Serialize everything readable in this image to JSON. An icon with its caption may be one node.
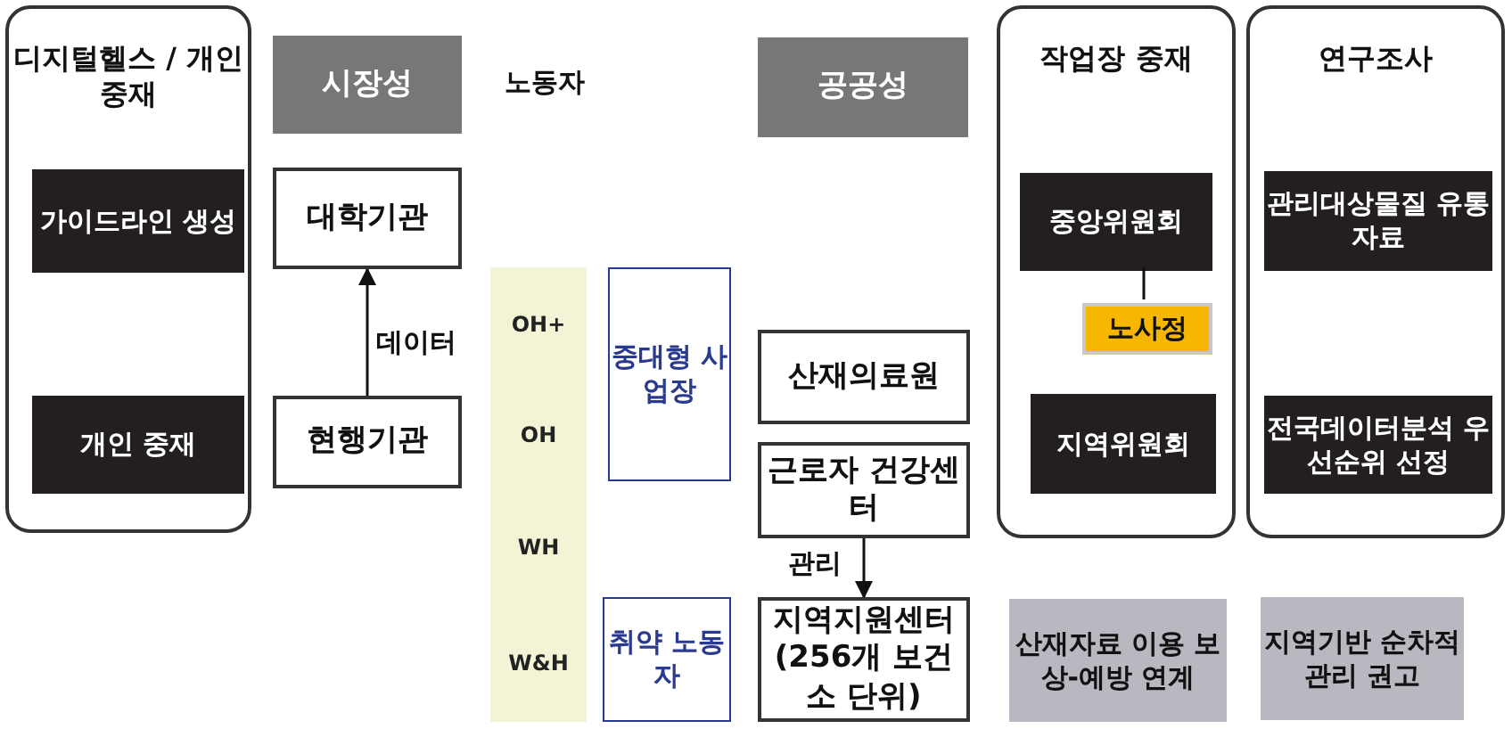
{
  "diagram": {
    "nodes": [
      {
        "text": [
          "디지털헬스 / 개인중재"
        ]
      },
      {
        "text": [
          "가이드라인 생성"
        ],
        "in": 0
      },
      {
        "text": [
          "개인 중재"
        ],
        "in": 0
      },
      {
        "text": [
          "시장성"
        ]
      },
      {
        "text": [
          "대학기관"
        ]
      },
      {
        "text": [
          "현행기관"
        ]
      },
      {
        "text": [
          "공공성"
        ]
      },
      {
        "text": [
          "OH+",
          "OH",
          "WH",
          "W&H"
        ]
      },
      {
        "text": [
          "중대형 사업장"
        ]
      },
      {
        "text": [
          "취약 노동자"
        ]
      },
      {
        "text": [
          "산재의료원"
        ]
      },
      {
        "text": [
          "근로자 건강센터"
        ]
      },
      {
        "text": [
          "지역지원센터 (256개 보건소 단위)"
        ]
      },
      {
        "text": [
          "작업장 중재"
        ]
      },
      {
        "text": [
          "중앙위원회"
        ],
        "in": 13
      },
      {
        "text": [
          "노사정"
        ],
        "in": 13
      },
      {
        "text": [
          "지역위원회"
        ],
        "in": 13
      },
      {
        "text": [
          "연구조사"
        ]
      },
      {
        "text": [
          "관리대상물질 유통 자료"
        ],
        "in": 17
      },
      {
        "text": [
          "전국데이터분석 우선순위 선정"
        ],
        "in": 17
      },
      {
        "text": [
          "산재자료 이용 보상-예방 연계"
        ]
      },
      {
        "text": [
          "지역기반 순차적 관리 권고"
        ]
      }
    ],
    "edges": [
      {
        "from": 5,
        "to": 4,
        "arrow": "to",
        "label": "데이터"
      },
      {
        "from": 11,
        "to": 12,
        "arrow": "to",
        "label": "관리"
      },
      {
        "from": 14,
        "to": 15,
        "arrow": "none"
      }
    ],
    "labels": [
      "노동자"
    ]
  }
}
